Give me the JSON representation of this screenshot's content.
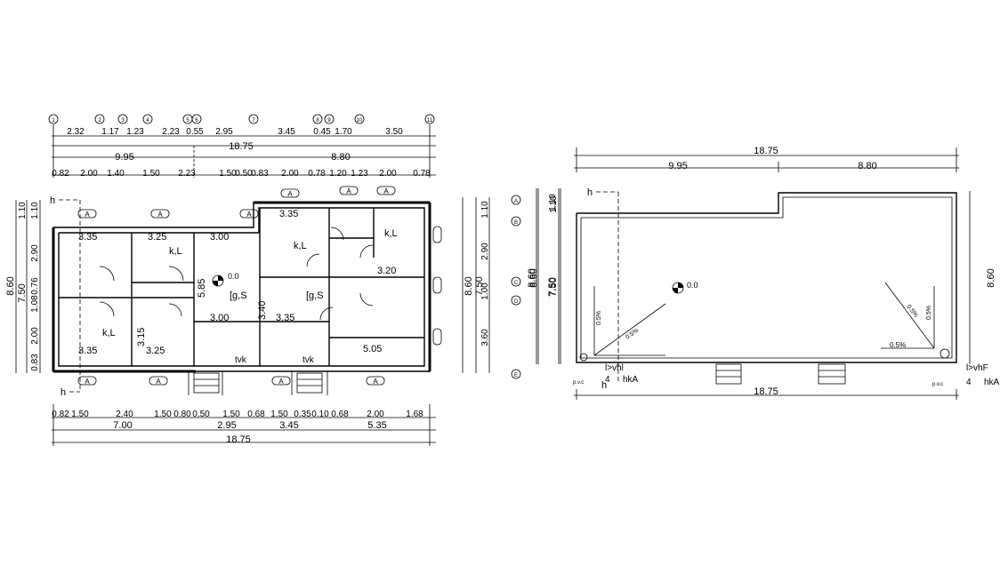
{
  "left_plan": {
    "grid_bubbles": [
      "1",
      "2",
      "3",
      "4",
      "5",
      "6",
      "7",
      "8",
      "9",
      "10",
      "11"
    ],
    "top_dim_row1": [
      "2.32",
      "1.17",
      "1.23",
      "2.23",
      "0.55",
      "2.95",
      "3.45",
      "0.45",
      "1.70",
      "3.50"
    ],
    "top_total_1": "18.75",
    "top_halves": [
      "9.95",
      "8.80"
    ],
    "top_dim_row3": [
      "0.82",
      "2.00",
      "1.40",
      "1.50",
      "2.23",
      "1.50",
      "0.50",
      "0.83",
      "2.00",
      "0.78",
      "1.20",
      "1.23",
      "2.00",
      "0.78"
    ],
    "bottom_dim_row1": [
      "0.82",
      "1.50",
      "2.40",
      "1.50",
      "0.80",
      "0.50",
      "1.50",
      "0.68",
      "1.50",
      "0.35",
      "0.10",
      "0.68",
      "2.00",
      "1.68"
    ],
    "bottom_dim_row2": [
      "7.00",
      "2.95",
      "3.45",
      "5.35"
    ],
    "bottom_total": "18.75",
    "left_dims": [
      "1.10",
      "2.90",
      "0.76",
      "1.08",
      "2.00",
      "0.83"
    ],
    "left_totals": [
      "8.60",
      "7.50"
    ],
    "right_dims": [
      "1.10",
      "2.90",
      "1.00",
      "3.60"
    ],
    "right_totals": [
      "8.60",
      "7.50"
    ],
    "right_bubbles": [
      "A",
      "B",
      "C",
      "D",
      "E"
    ],
    "section_marker": "h",
    "window_tag": "A",
    "rooms": [
      {
        "label": "k,L"
      },
      {
        "label": "k,L"
      },
      {
        "label": "k,L"
      },
      {
        "label": "k,L"
      },
      {
        "label": "[g,S"
      },
      {
        "label": "[g,S"
      },
      {
        "label": "tvk"
      },
      {
        "label": "tvk"
      }
    ],
    "level_mark": "0.0",
    "room_dims": [
      "3.35",
      "3.25",
      "5.05",
      "3.00",
      "3.35",
      "3.25",
      "5.85",
      "3.40",
      "3.15",
      "3.20"
    ]
  },
  "right_plan": {
    "top_total": "18.75",
    "top_halves": [
      "9.95",
      "8.80"
    ],
    "bottom_total": "18.75",
    "left_dims": [
      "1.10",
      "7.50",
      "8.60"
    ],
    "right_dim": "8.60",
    "section_marker": "h",
    "level_mark": "0.0",
    "slopes": [
      "0.5%",
      "0.5%",
      "0.5%",
      "0.5%",
      "0.5%"
    ],
    "left_note": {
      "line1": "l>vhl",
      "line2": "4",
      "line3": "hkA"
    },
    "right_note": {
      "line1": "l>vhF",
      "line2": "4",
      "line3": "hkA"
    },
    "pvc_left": "p.v.c",
    "pvc_right": "p.v.c"
  }
}
